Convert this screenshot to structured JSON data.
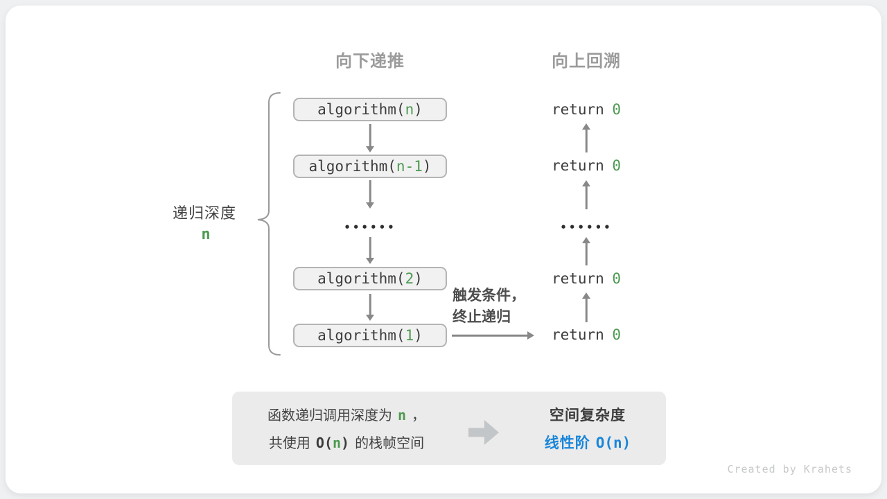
{
  "headers": {
    "descend": "向下递推",
    "backtrack": "向上回溯"
  },
  "depth": {
    "label": "递归深度",
    "var": "n"
  },
  "code": {
    "fn_name": "algorithm(",
    "fn_close": ")",
    "args": [
      "n",
      "n-1",
      "2",
      "1"
    ],
    "return_kw": "return",
    "return_val": "0"
  },
  "dots": "••••••",
  "base_case": {
    "line1": "触发条件，",
    "line2": "终止递归"
  },
  "summary": {
    "l1_text": "函数递归调用深度为",
    "l1_var": "n",
    "l1_punct": "，",
    "l2_pre": "共使用",
    "l2_o_open": "O(",
    "l2_var": "n",
    "l2_o_close": ")",
    "l2_post": "的栈帧空间",
    "r_title": "空间复杂度",
    "r_grade": "线性阶",
    "r_big_o": "O(n)"
  },
  "watermark": "Created by Krahets",
  "colors": {
    "green": "#4d9a51",
    "blue": "#1a86d9",
    "arrow": "#888888",
    "box_fill": "#f1f1f1",
    "box_border": "#b4b4b4"
  }
}
